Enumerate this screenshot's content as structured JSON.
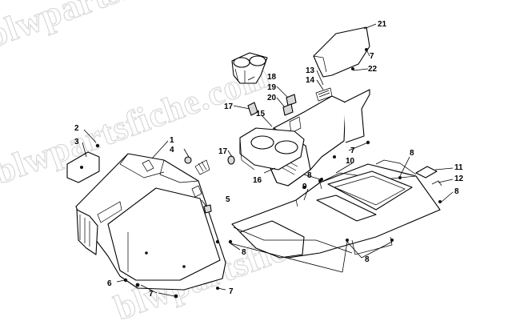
{
  "watermarks": [
    "blwpartsfiche.com",
    "blwpartsfiche.com",
    "blwpartsfiche.com"
  ],
  "callouts": [
    {
      "id": "c1",
      "label": "1"
    },
    {
      "id": "c2",
      "label": "2"
    },
    {
      "id": "c3",
      "label": "3"
    },
    {
      "id": "c4",
      "label": "4"
    },
    {
      "id": "c5",
      "label": "5"
    },
    {
      "id": "c6",
      "label": "6"
    },
    {
      "id": "c7a",
      "label": "7"
    },
    {
      "id": "c7b",
      "label": "7"
    },
    {
      "id": "c7c",
      "label": "7"
    },
    {
      "id": "c7d",
      "label": "7"
    },
    {
      "id": "c8a",
      "label": "8"
    },
    {
      "id": "c8b",
      "label": "8"
    },
    {
      "id": "c8c",
      "label": "8"
    },
    {
      "id": "c8d",
      "label": "8"
    },
    {
      "id": "c8e",
      "label": "8"
    },
    {
      "id": "c9",
      "label": "9"
    },
    {
      "id": "c10",
      "label": "10"
    },
    {
      "id": "c11",
      "label": "11"
    },
    {
      "id": "c12",
      "label": "12"
    },
    {
      "id": "c13",
      "label": "13"
    },
    {
      "id": "c14",
      "label": "14"
    },
    {
      "id": "c15",
      "label": "15"
    },
    {
      "id": "c16",
      "label": "16"
    },
    {
      "id": "c17a",
      "label": "17"
    },
    {
      "id": "c17b",
      "label": "17"
    },
    {
      "id": "c18",
      "label": "18"
    },
    {
      "id": "c19",
      "label": "19"
    },
    {
      "id": "c20",
      "label": "20"
    },
    {
      "id": "c21",
      "label": "21"
    },
    {
      "id": "c22",
      "label": "22"
    }
  ]
}
